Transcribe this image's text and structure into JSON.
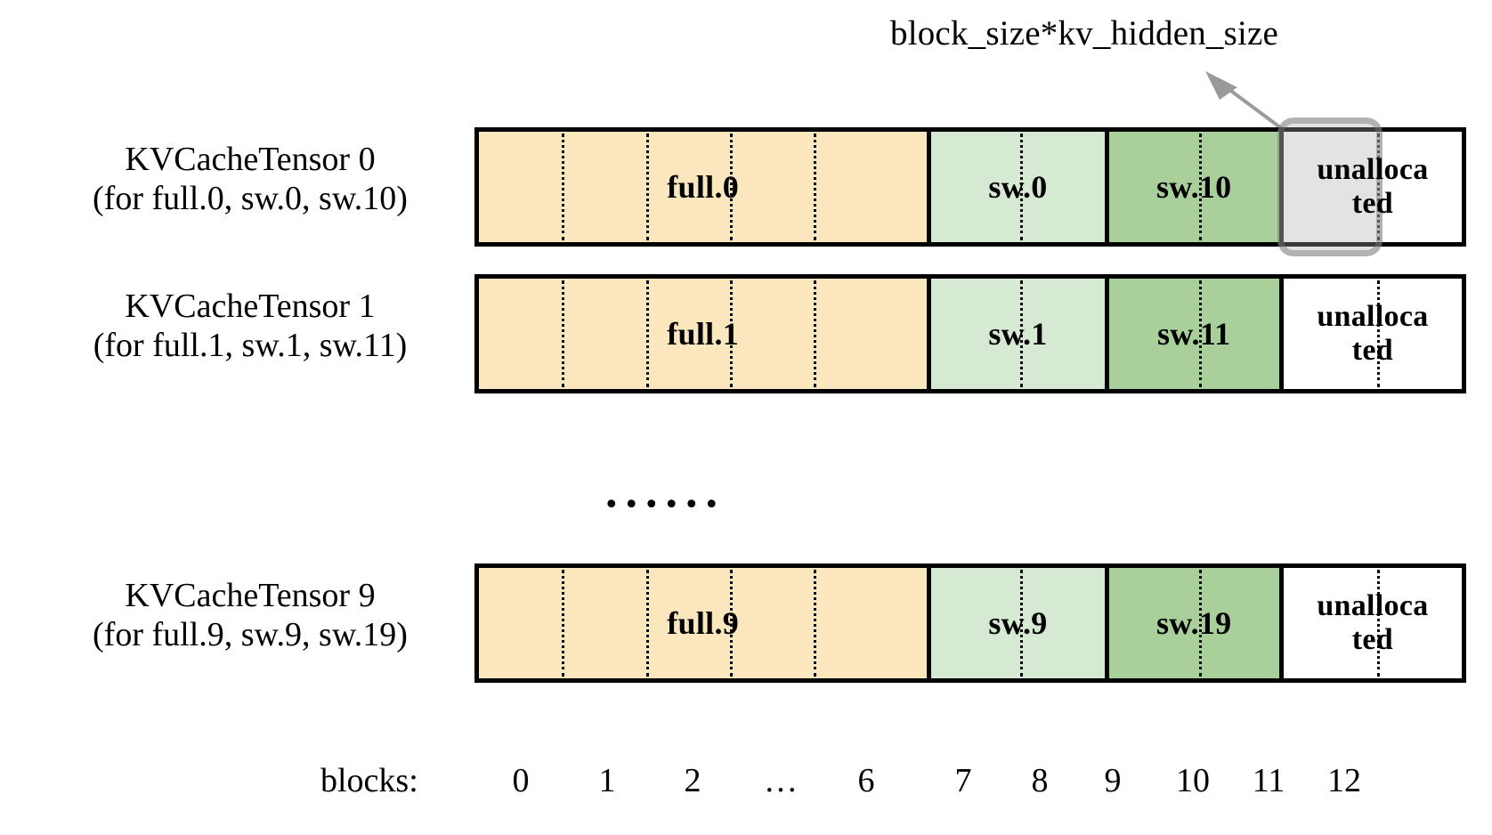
{
  "annotation": {
    "text": "block_size*kv_hidden_size",
    "arrow": "arrow-up-left-icon"
  },
  "colors": {
    "full_fill": "#fbe7bd",
    "sw_light_fill": "#d6e9d2",
    "sw_dark_fill": "#a9cf9b",
    "unallocated_fill": "#ffffff",
    "border": "#000000",
    "highlight": "#aaaaaa"
  },
  "rows": [
    {
      "label_line1": "KVCacheTensor 0",
      "label_line2": "(for full.0, sw.0, sw.10)",
      "segments": [
        {
          "name": "full",
          "text": "full.0"
        },
        {
          "name": "sw-light",
          "text": "sw.0"
        },
        {
          "name": "sw-dark",
          "text": "sw.10"
        },
        {
          "name": "unallocated",
          "text": "unalloca ted"
        }
      ],
      "highlighted": true
    },
    {
      "label_line1": "KVCacheTensor 1",
      "label_line2": "(for full.1, sw.1, sw.11)",
      "segments": [
        {
          "name": "full",
          "text": "full.1"
        },
        {
          "name": "sw-light",
          "text": "sw.1"
        },
        {
          "name": "sw-dark",
          "text": "sw.11"
        },
        {
          "name": "unallocated",
          "text": "unalloca ted"
        }
      ],
      "highlighted": false
    },
    {
      "label_line1": "KVCacheTensor 9",
      "label_line2": "(for full.9, sw.9, sw.19)",
      "segments": [
        {
          "name": "full",
          "text": "full.9"
        },
        {
          "name": "sw-light",
          "text": "sw.9"
        },
        {
          "name": "sw-dark",
          "text": "sw.19"
        },
        {
          "name": "unallocated",
          "text": "unalloca ted"
        }
      ],
      "highlighted": false
    }
  ],
  "ellipsis": "......",
  "axis": {
    "title": "blocks:",
    "ticks": [
      "0",
      "1",
      "2",
      "…",
      "6",
      "7",
      "8",
      "9",
      "10",
      "11",
      "12"
    ]
  }
}
